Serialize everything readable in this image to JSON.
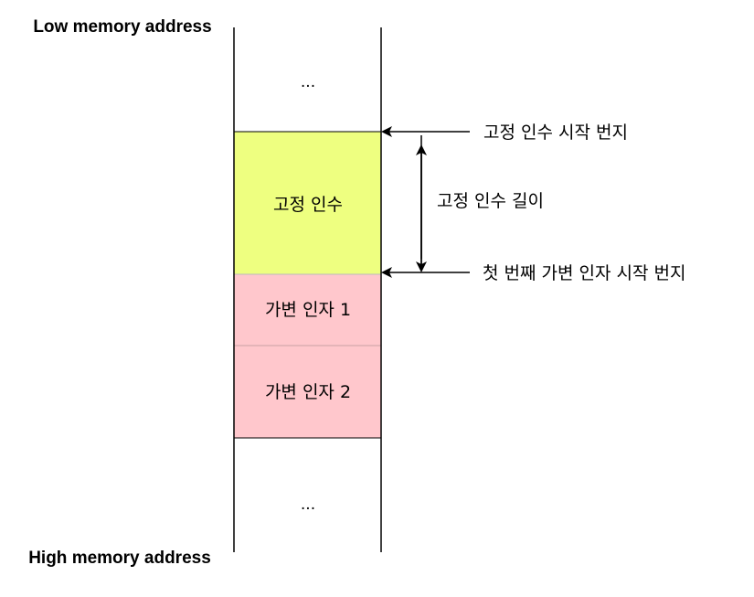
{
  "labels": {
    "low_address": "Low memory address",
    "high_address": "High memory address"
  },
  "memory": {
    "top_ellipsis": "...",
    "fixed_args": "고정 인수",
    "var_arg_1": "가변 인자 1",
    "var_arg_2": "가변 인자 2",
    "bottom_ellipsis": "..."
  },
  "annotations": {
    "fixed_start": "고정 인수 시작 번지",
    "fixed_length": "고정 인수 길이",
    "var_start": "첫 번째 가변 인자 시작 번지"
  },
  "colors": {
    "fixed_fill": "#eeff80",
    "var_fill": "#ffc7cc",
    "line": "#000000"
  }
}
